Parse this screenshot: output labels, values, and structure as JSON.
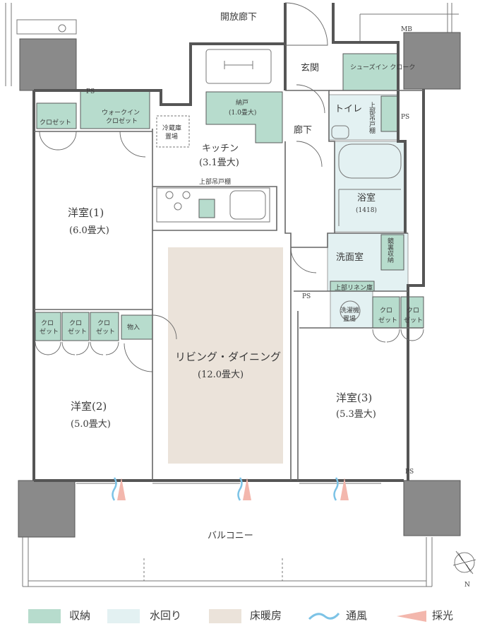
{
  "labels": {
    "corridor_open": "開放廊下",
    "mb": "MB",
    "entrance": "玄関",
    "shoes_in_closet": "シューズイン クローク",
    "ps": "PS",
    "nando": "納戸",
    "nando_size": "(1.0畳大)",
    "toilet": "トイレ",
    "upper_cabinet_v": "上部吊戸棚",
    "closet": "クロゼット",
    "walk_in": "ウォークイン",
    "walk_in_closet": "クロゼット",
    "fridge": "冷蔵庫",
    "fridge_place": "置場",
    "kitchen": "キッチン",
    "kitchen_size": "(3.1畳大)",
    "hallway": "廊下",
    "upper_cabinet": "上部吊戸棚",
    "bath": "浴室",
    "bath_size": "(1418)",
    "room1": "洋室(1)",
    "room1_size": "(6.0畳大)",
    "washroom": "洗面室",
    "mirror_storage": "鏡裏収納",
    "linen": "上部リネン庫",
    "washer": "洗濯機",
    "washer_place": "置場",
    "kuro": "クロ",
    "zetto": "ゼット",
    "monoire": "物入",
    "living": "リビング・ダイニング",
    "living_size": "(12.0畳大)",
    "room2": "洋室(2)",
    "room2_size": "(5.0畳大)",
    "room3": "洋室(3)",
    "room3_size": "(5.3畳大)",
    "balcony": "バルコニー",
    "north": "N"
  },
  "legend": [
    {
      "label": "収納",
      "color": "#b7dccd"
    },
    {
      "label": "水回り",
      "color": "#e3f1f2"
    },
    {
      "label": "床暖房",
      "color": "#ebe3da"
    },
    {
      "label": "通風",
      "color": "#7cc3e6"
    },
    {
      "label": "採光",
      "color": "#f3b7ad"
    }
  ],
  "colors": {
    "storage": "#b7dccd",
    "water": "#e3f1f2",
    "floor_heating": "#ebe3da",
    "column": "#8a8a8a"
  }
}
